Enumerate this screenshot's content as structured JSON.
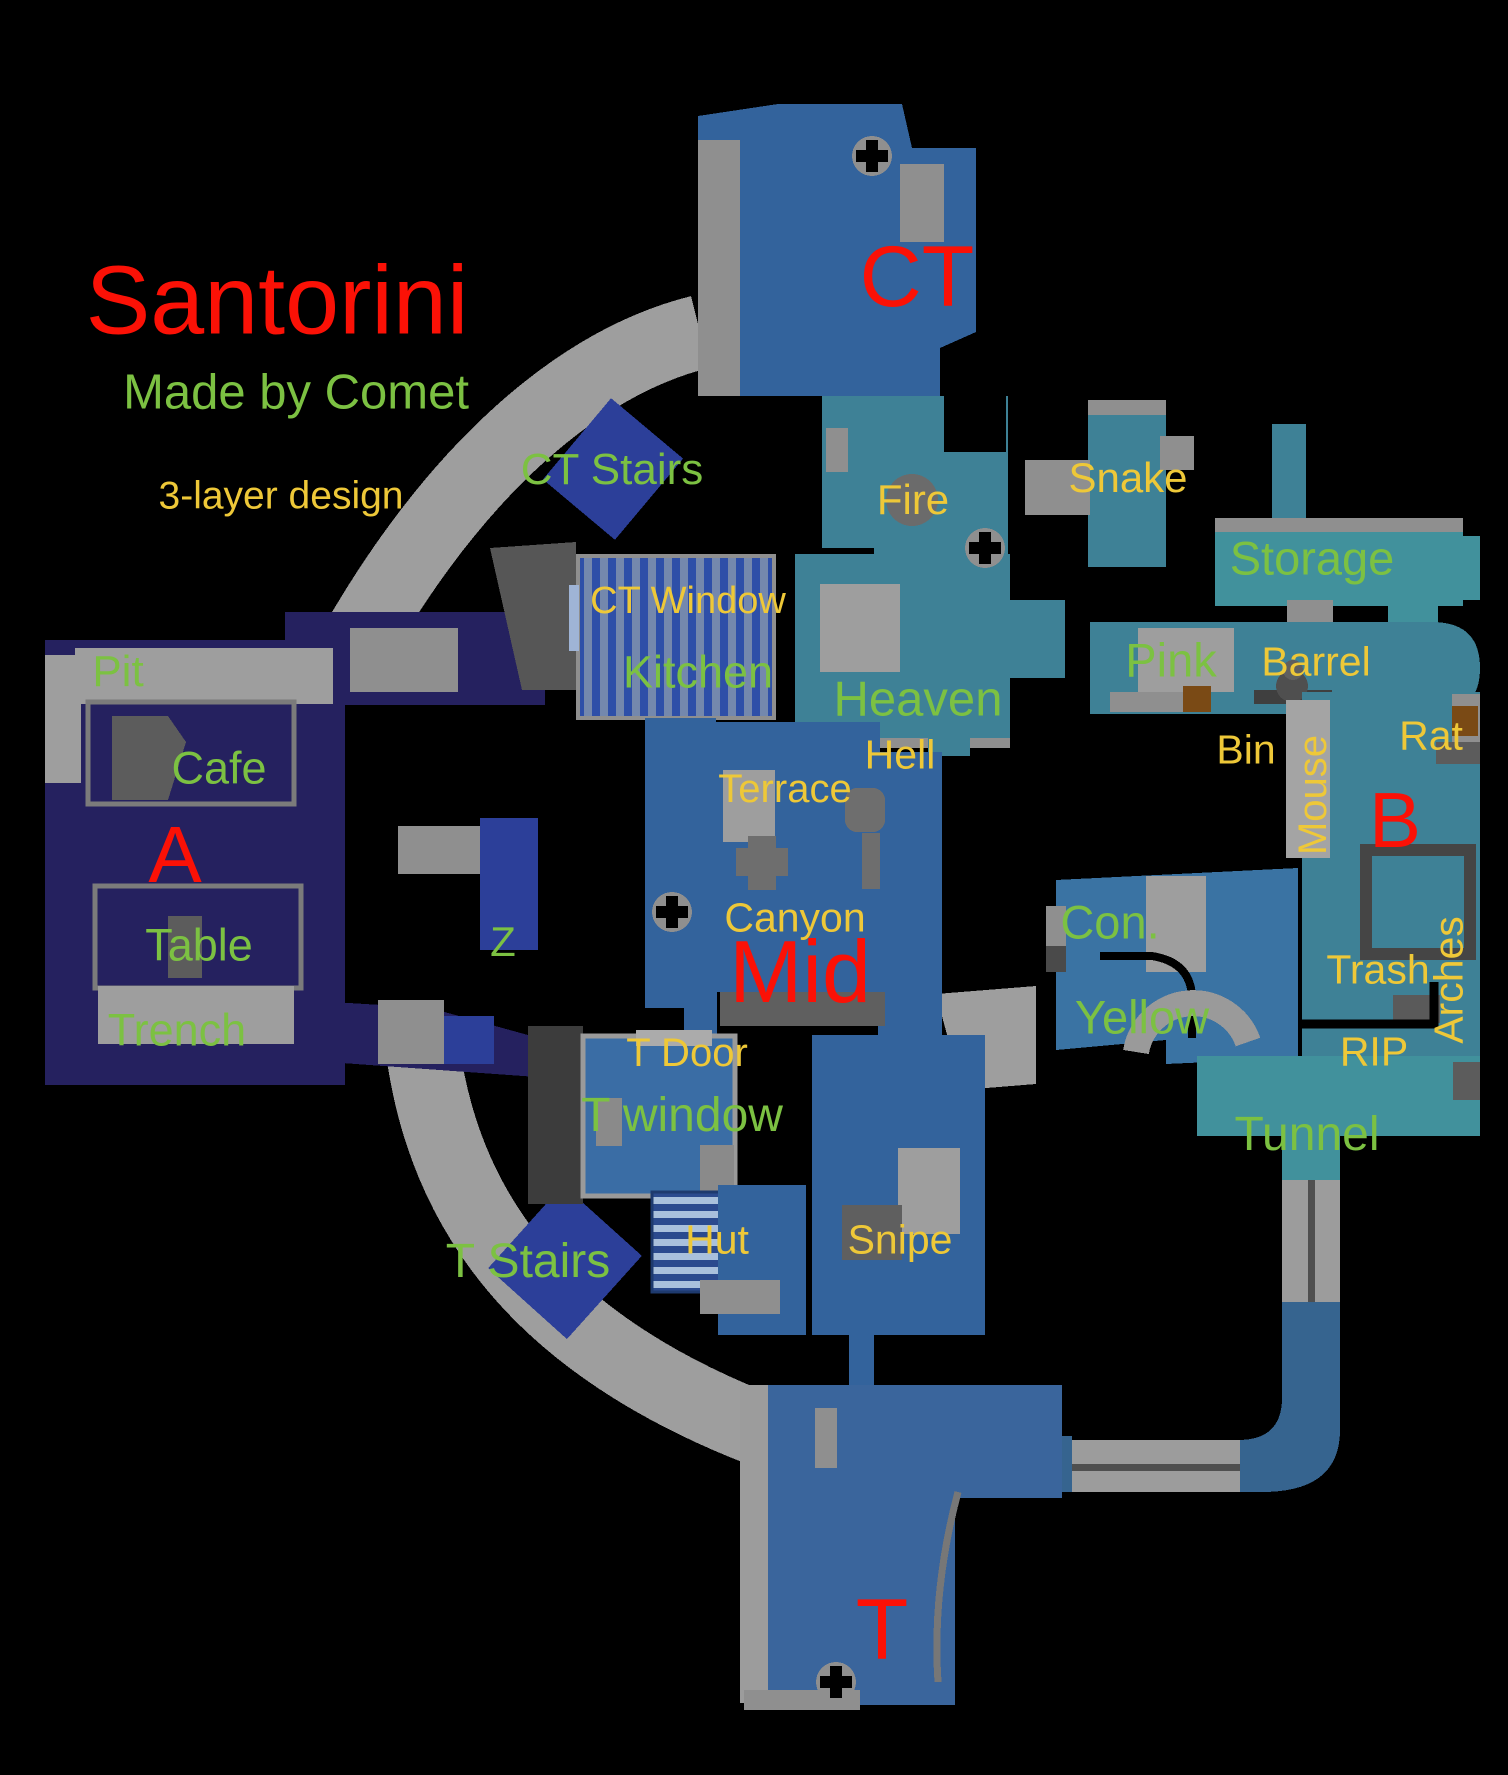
{
  "header": {
    "title": "Santorini",
    "author": "Made by Comet",
    "note": "3-layer design"
  },
  "site_markers": {
    "ct": "CT",
    "a": "A",
    "b": "B",
    "mid": "Mid",
    "t": "T"
  },
  "callouts": {
    "ct_stairs": "CT Stairs",
    "fire": "Fire",
    "snake": "Snake",
    "storage": "Storage",
    "ct_window": "CT Window",
    "kitchen": "Kitchen",
    "heaven": "Heaven",
    "hell": "Hell",
    "pink": "Pink",
    "barrel": "Barrel",
    "pit": "Pit",
    "cafe": "Cafe",
    "table": "Table",
    "trench": "Trench",
    "z": "Z",
    "terrace": "Terrace",
    "canyon": "Canyon",
    "bin": "Bin",
    "mouse": "Mouse",
    "rat": "Rat",
    "con": "Con.",
    "yellow": "Yellow",
    "trash": "Trash",
    "arches": "Arches",
    "rip": "RIP",
    "tunnel": "Tunnel",
    "t_door": "T Door",
    "t_window": "T window",
    "t_stairs": "T Stairs",
    "hut": "Hut",
    "snipe": "Snipe"
  },
  "palette": {
    "background": "#000000",
    "label_green": "#7cc142",
    "label_gold": "#eec838",
    "label_red": "#fb1106",
    "map_navy": "#25215f",
    "map_royal": "#2c3f99",
    "map_blue": "#33639c",
    "map_blue_light": "#3a6da5",
    "map_steel": "#3a73a3",
    "map_teal": "#3e8196",
    "map_teal_bright": "#41919c",
    "map_gray": "#9e9e9e",
    "map_gray_mid": "#8f8f8f",
    "map_gray_dark": "#5c5c5c",
    "map_brown": "#7a4a15"
  }
}
